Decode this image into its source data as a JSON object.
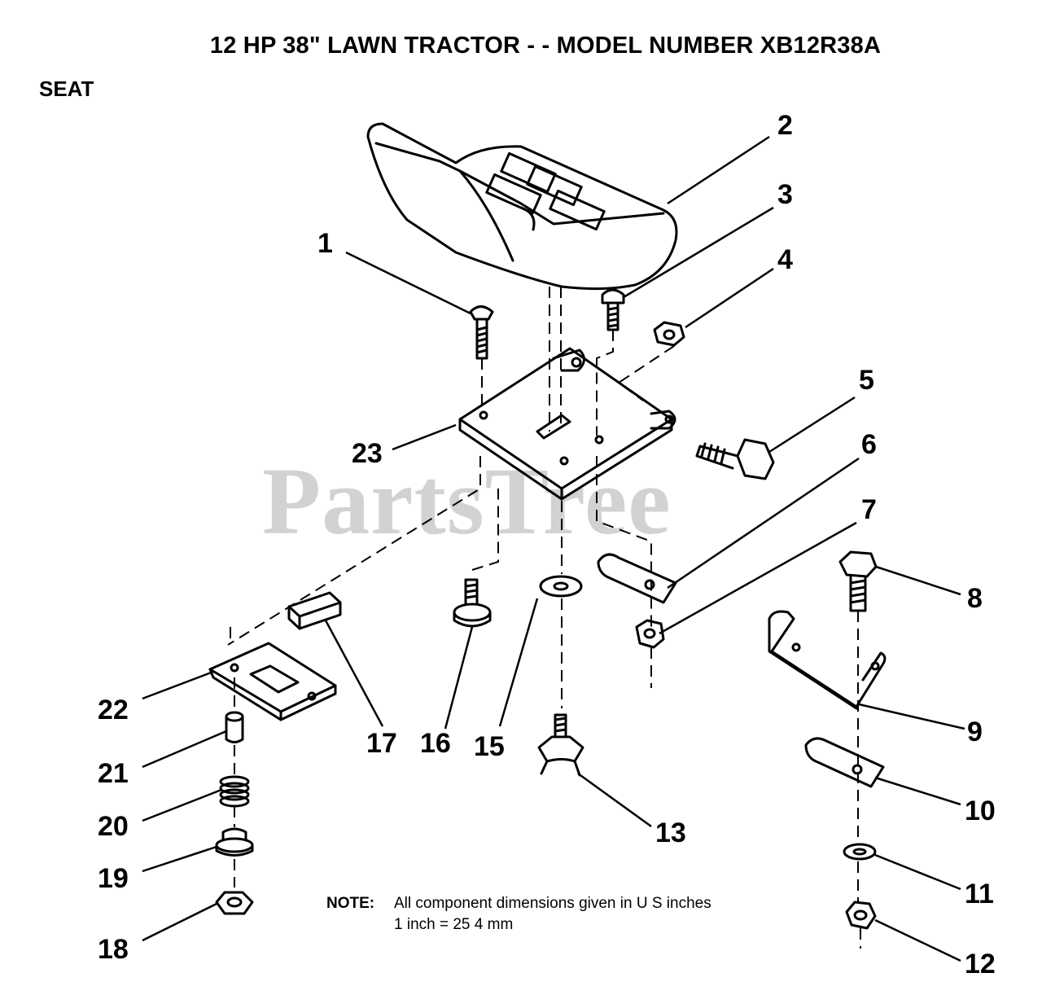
{
  "title": "12 HP 38\" LAWN TRACTOR - - MODEL NUMBER XB12R38A",
  "section": "SEAT",
  "watermark": "PartsTree",
  "note": {
    "label": "NOTE:",
    "line1": "All component dimensions given in U S  inches",
    "line2": "1 inch = 25 4 mm"
  },
  "callouts": [
    "1",
    "2",
    "3",
    "4",
    "5",
    "6",
    "7",
    "8",
    "9",
    "10",
    "11",
    "12",
    "13",
    "15",
    "16",
    "17",
    "18",
    "19",
    "20",
    "21",
    "22",
    "23"
  ],
  "parts": [
    "seat",
    "carriage-bolt",
    "screw",
    "nut",
    "hex-bolt",
    "seat-pan-bracket",
    "clip",
    "lock-nut",
    "bolt",
    "bracket",
    "clip",
    "washer",
    "lock-nut",
    "knob",
    "washer",
    "shoulder-bolt",
    "block",
    "flange-nut",
    "bushing",
    "spring",
    "pin",
    "slide-plate"
  ]
}
